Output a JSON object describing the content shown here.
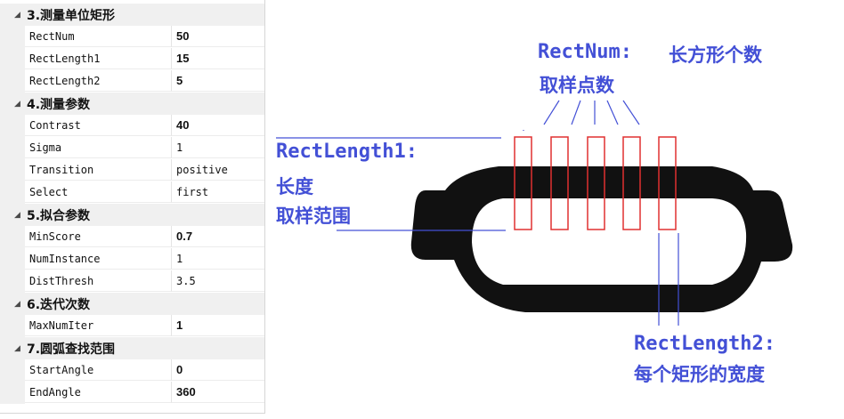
{
  "property_grid": {
    "categories": [
      {
        "title": "3.测量单位矩形",
        "rows": [
          {
            "name": "RectNum",
            "value": "50",
            "bold": true
          },
          {
            "name": "RectLength1",
            "value": "15",
            "bold": true
          },
          {
            "name": "RectLength2",
            "value": "5",
            "bold": true
          }
        ]
      },
      {
        "title": "4.测量参数",
        "rows": [
          {
            "name": "Contrast",
            "value": "40",
            "bold": true
          },
          {
            "name": "Sigma",
            "value": "1",
            "bold": false
          },
          {
            "name": "Transition",
            "value": "positive",
            "bold": false
          },
          {
            "name": "Select",
            "value": "first",
            "bold": false
          }
        ]
      },
      {
        "title": "5.拟合参数",
        "rows": [
          {
            "name": "MinScore",
            "value": "0.7",
            "bold": true
          },
          {
            "name": "NumInstance",
            "value": "1",
            "bold": false
          },
          {
            "name": "DistThresh",
            "value": "3.5",
            "bold": false
          }
        ]
      },
      {
        "title": "6.迭代次数",
        "rows": [
          {
            "name": "MaxNumIter",
            "value": "1",
            "bold": true
          }
        ]
      },
      {
        "title": "7.圆弧查找范围",
        "rows": [
          {
            "name": "StartAngle",
            "value": "0",
            "bold": true
          },
          {
            "name": "EndAngle",
            "value": "360",
            "bold": true
          }
        ]
      }
    ],
    "expand_glyph": "◢"
  },
  "diagram": {
    "rectnum_label": "RectNum:",
    "rectnum_desc": "长方形个数",
    "rectnum_desc2": "取样点数",
    "rectlength1_label": "RectLength1:",
    "rectlength1_desc1": "长度",
    "rectlength1_desc2": "取样范围",
    "rectlength2_label": "RectLength2:",
    "rectlength2_desc": "每个矩形的宽度",
    "colors": {
      "annotation": "#4350d6",
      "rect": "#e03030",
      "part": "#111111"
    }
  }
}
